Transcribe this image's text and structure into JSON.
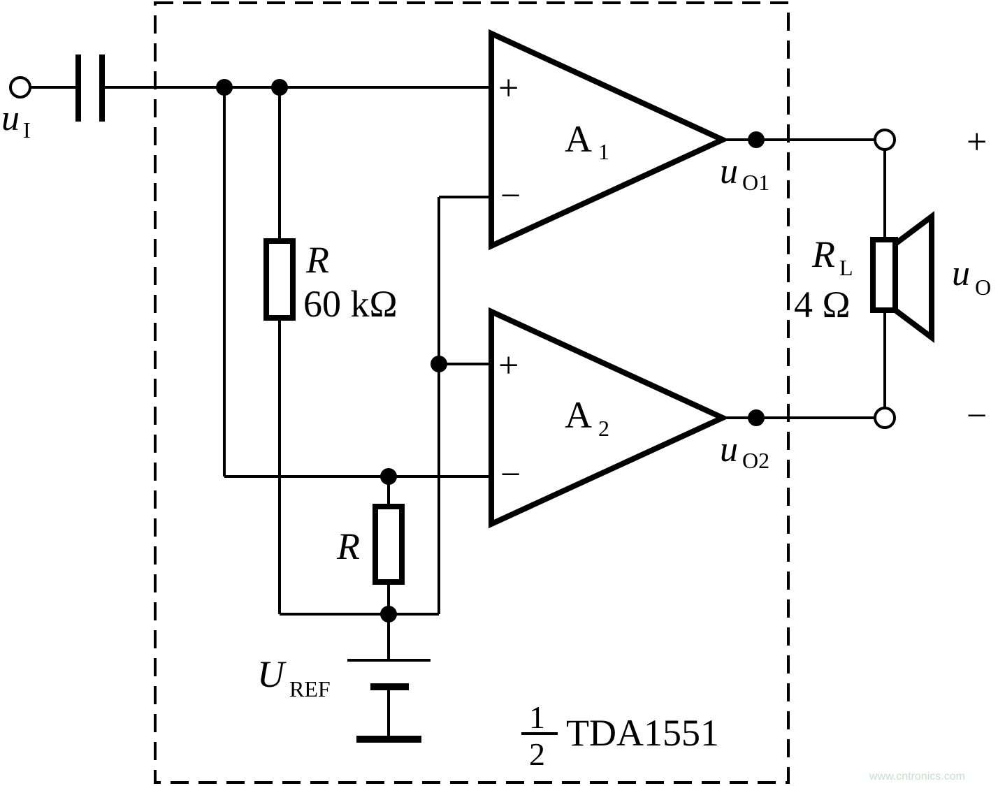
{
  "input": {
    "label": "u",
    "sub": "I"
  },
  "opamp1": {
    "label": "A",
    "sub": "1",
    "plus": "+",
    "minus": "−"
  },
  "opamp2": {
    "label": "A",
    "sub": "2",
    "plus": "+",
    "minus": "−"
  },
  "out1": {
    "label": "u",
    "sub": "O1"
  },
  "out2": {
    "label": "u",
    "sub": "O2"
  },
  "resistor_feedback": {
    "label": "R",
    "value": "60 kΩ"
  },
  "resistor_ref": {
    "label": "R"
  },
  "reference": {
    "label": "U",
    "sub": "REF"
  },
  "load": {
    "label": "R",
    "sub": "L",
    "value": "4 Ω"
  },
  "output": {
    "label": "u",
    "sub": "O",
    "plus": "+",
    "minus": "−"
  },
  "chip": {
    "num": "1",
    "den": "2",
    "name": "TDA1551"
  },
  "watermark": "www.cntronics.com",
  "colors": {
    "line": "#000000",
    "watermark": "#c9ddd0"
  }
}
